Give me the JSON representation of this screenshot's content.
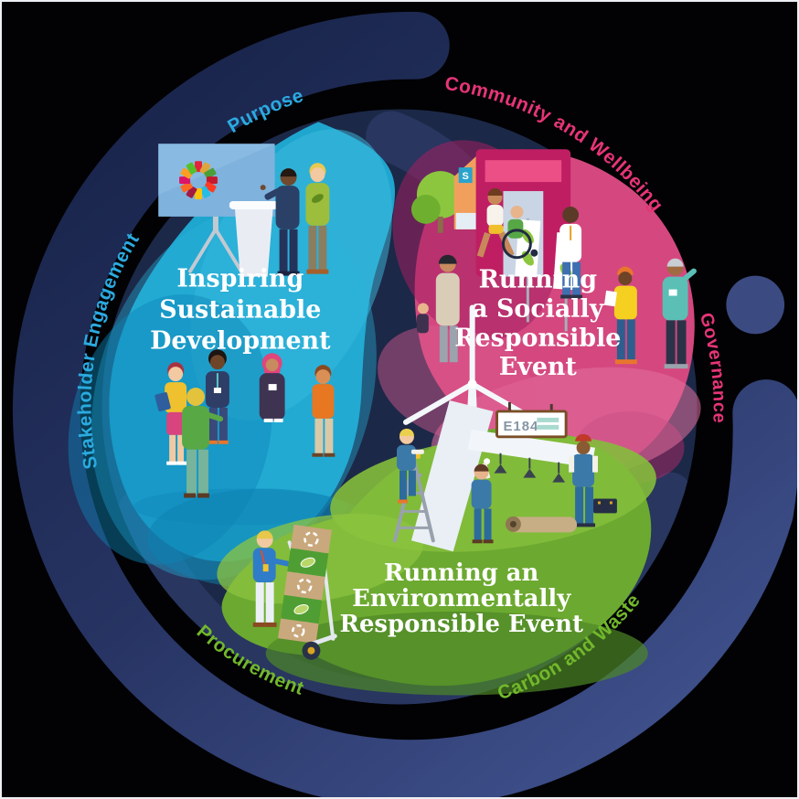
{
  "palette": {
    "background": "#020204",
    "inner_disc": "#1C2847",
    "ring_dark": "#18244A",
    "ring_light": "#3F508C",
    "ring_dot": "#3C4A82",
    "heading_text": "#FFFFFF",
    "cyan_label": "#2BAAE0",
    "pink_label": "#E73577",
    "green_label": "#72B82C"
  },
  "ring": {
    "labels": [
      {
        "id": "purpose",
        "text": "Purpose",
        "color": "#2BAAE0"
      },
      {
        "id": "community-and-wellbeing",
        "text": "Community and Wellbeing",
        "color": "#E73577"
      },
      {
        "id": "governance",
        "text": "Governance",
        "color": "#E73577"
      },
      {
        "id": "carbon-and-waste",
        "text": "Carbon and Waste",
        "color": "#72B82C"
      },
      {
        "id": "procurement",
        "text": "Procurement",
        "color": "#72B82C"
      },
      {
        "id": "stakeholder-engagement",
        "text": "Stakeholder Engagement",
        "color": "#2BAAE0"
      }
    ]
  },
  "blobs": {
    "inspiring": {
      "name": "Inspiring Sustainable Development",
      "lines": [
        "Inspiring",
        "Sustainable",
        "Development"
      ],
      "color": "#1FA6CF"
    },
    "social": {
      "name": "Running a Socially Responsible Event",
      "lines": [
        "Running",
        "a Socially",
        "Responsible",
        "Event"
      ],
      "color": "#D4487F"
    },
    "environmental": {
      "name": "Running an Environmentally Responsible Event",
      "lines": [
        "Running an",
        "Environmentally",
        "Responsible Event"
      ],
      "color": "#6CA930"
    }
  },
  "illustrations": {
    "stage_sign_text": "E184",
    "school_sign_letter": "S",
    "sdg_wheel_colors": [
      "#E5243B",
      "#DDA63A",
      "#4C9F38",
      "#C5192D",
      "#FF3A21",
      "#26BDE2",
      "#FCC30B",
      "#A21942",
      "#FD6925",
      "#DD1367",
      "#FD9D24",
      "#56C02B"
    ]
  }
}
